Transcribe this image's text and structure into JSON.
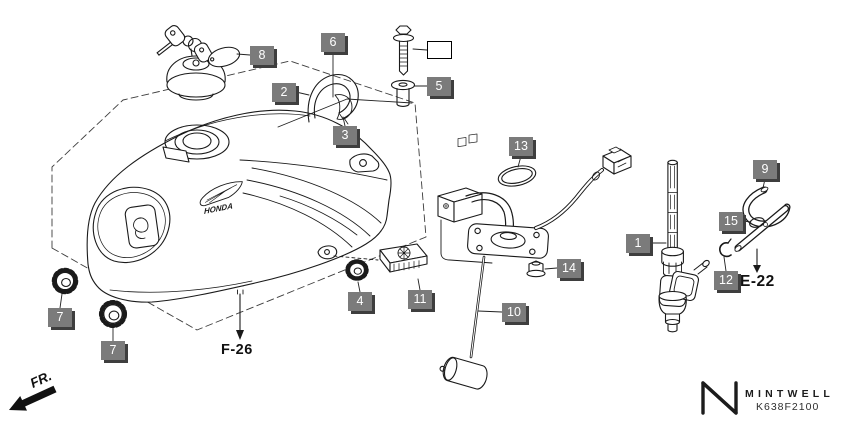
{
  "diagram": {
    "title_hint": "fuel-tank-parts-diagram",
    "callouts": [
      {
        "id": "8",
        "label": "8"
      },
      {
        "id": "2",
        "label": "2"
      },
      {
        "id": "6",
        "label": "6"
      },
      {
        "id": "3",
        "label": "3"
      },
      {
        "id": "5",
        "label": "5"
      },
      {
        "id": "13",
        "label": "13"
      },
      {
        "id": "14",
        "label": "14"
      },
      {
        "id": "1",
        "label": "1"
      },
      {
        "id": "9",
        "label": "9"
      },
      {
        "id": "15",
        "label": "15"
      },
      {
        "id": "12",
        "label": "12"
      },
      {
        "id": "10",
        "label": "10"
      },
      {
        "id": "7a",
        "label": "7"
      },
      {
        "id": "7b",
        "label": "7"
      },
      {
        "id": "4",
        "label": "4"
      },
      {
        "id": "11",
        "label": "11"
      }
    ],
    "empty_callout_label": "",
    "refs": {
      "f26": "F-26",
      "e22": "E-22",
      "front_arrow": "FR."
    },
    "tank_logo_text": "HONDA",
    "brand": {
      "name": "MINTWELL",
      "part_code": "K638F2100"
    },
    "colors": {
      "badge_bg": "#7b7b7b",
      "badge_shadow": "#3e3e3e",
      "badge_text": "#ffffff",
      "line": "#1a1a1a",
      "background": "#ffffff"
    }
  }
}
